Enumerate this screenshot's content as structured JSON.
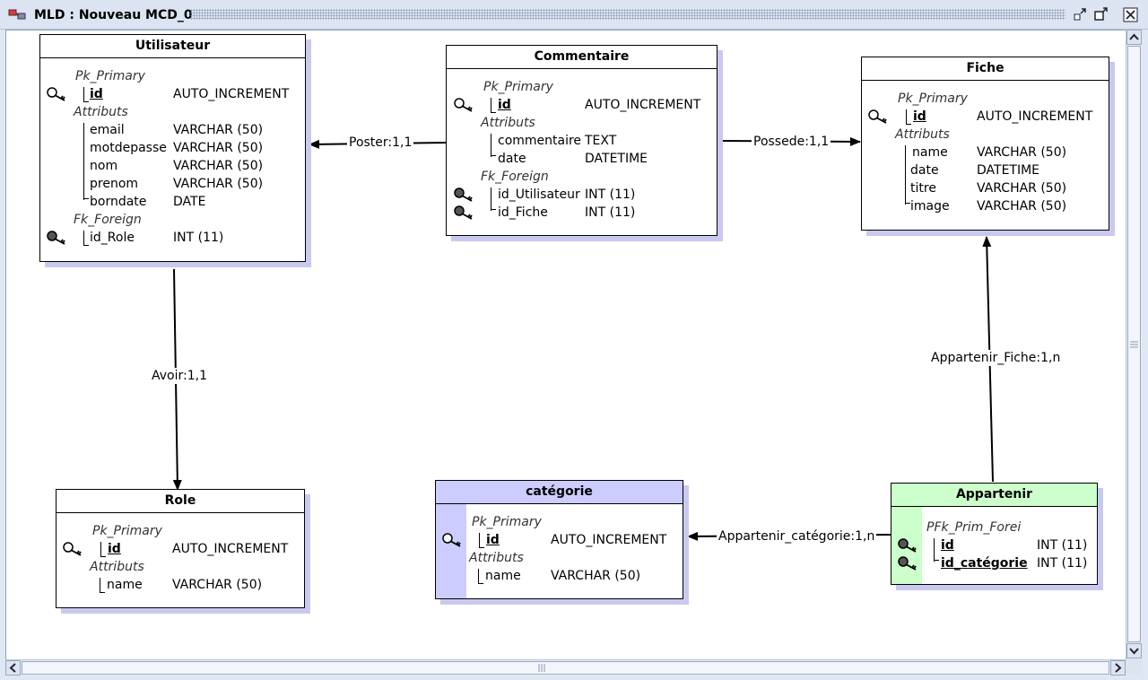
{
  "window": {
    "title": "MLD : Nouveau MCD_0"
  },
  "entities": {
    "utilisateur": {
      "title": "Utilisateur",
      "pk_section": "Pk_Primary",
      "pk": {
        "name": "id",
        "type": "AUTO_INCREMENT"
      },
      "attr_section": "Attributs",
      "attrs": [
        {
          "name": "email",
          "type": "VARCHAR (50)"
        },
        {
          "name": "motdepasse",
          "type": "VARCHAR (50)"
        },
        {
          "name": "nom",
          "type": "VARCHAR (50)"
        },
        {
          "name": "prenom",
          "type": "VARCHAR (50)"
        },
        {
          "name": "borndate",
          "type": "DATE"
        }
      ],
      "fk_section": "Fk_Foreign",
      "fks": [
        {
          "name": "id_Role",
          "type": "INT (11)"
        }
      ]
    },
    "commentaire": {
      "title": "Commentaire",
      "pk_section": "Pk_Primary",
      "pk": {
        "name": "id",
        "type": "AUTO_INCREMENT"
      },
      "attr_section": "Attributs",
      "attrs": [
        {
          "name": "commentaire",
          "type": "TEXT"
        },
        {
          "name": "date",
          "type": "DATETIME"
        }
      ],
      "fk_section": "Fk_Foreign",
      "fks": [
        {
          "name": "id_Utilisateur",
          "type": "INT (11)"
        },
        {
          "name": "id_Fiche",
          "type": "INT (11)"
        }
      ]
    },
    "fiche": {
      "title": "Fiche",
      "pk_section": "Pk_Primary",
      "pk": {
        "name": "id",
        "type": "AUTO_INCREMENT"
      },
      "attr_section": "Attributs",
      "attrs": [
        {
          "name": "name",
          "type": "VARCHAR (50)"
        },
        {
          "name": "date",
          "type": "DATETIME"
        },
        {
          "name": "titre",
          "type": "VARCHAR (50)"
        },
        {
          "name": "image",
          "type": "VARCHAR (50)"
        }
      ]
    },
    "role": {
      "title": "Role",
      "pk_section": "Pk_Primary",
      "pk": {
        "name": "id",
        "type": "AUTO_INCREMENT"
      },
      "attr_section": "Attributs",
      "attrs": [
        {
          "name": "name",
          "type": "VARCHAR (50)"
        }
      ]
    },
    "categorie": {
      "title": "catégorie",
      "pk_section": "Pk_Primary",
      "pk": {
        "name": "id",
        "type": "AUTO_INCREMENT"
      },
      "attr_section": "Attributs",
      "attrs": [
        {
          "name": "name",
          "type": "VARCHAR (50)"
        }
      ],
      "header_color": "#ccccff"
    },
    "appartenir": {
      "title": "Appartenir",
      "pfk_section": "PFk_Prim_Forei",
      "pfks": [
        {
          "name": "id",
          "type": "INT (11)"
        },
        {
          "name": "id_catégorie",
          "type": "INT (11)"
        }
      ],
      "header_color": "#ccffcc"
    }
  },
  "links": {
    "poster": "Poster:1,1",
    "possede": "Possede:1,1",
    "avoir": "Avoir:1,1",
    "appartenir_fiche": "Appartenir_Fiche:1,n",
    "appartenir_categorie": "Appartenir_catégorie:1,n"
  },
  "colors": {
    "shadow": "#c9c9f0",
    "key_pk": "#ffffff",
    "key_fk": "#555555"
  }
}
